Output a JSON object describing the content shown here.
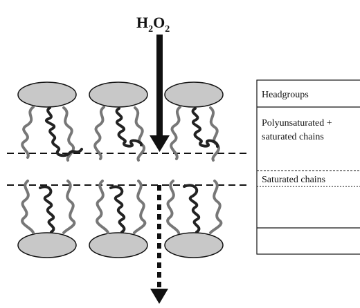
{
  "diagram": {
    "molecule": {
      "base": "H",
      "sub1": "2",
      "mid": "O",
      "sub2": "2"
    },
    "legend": {
      "headgroups": "Headgroups",
      "polyunsaturated_line1": "Polyunsaturated +",
      "polyunsaturated_line2": "saturated chains",
      "saturated": "Saturated chains"
    }
  }
}
